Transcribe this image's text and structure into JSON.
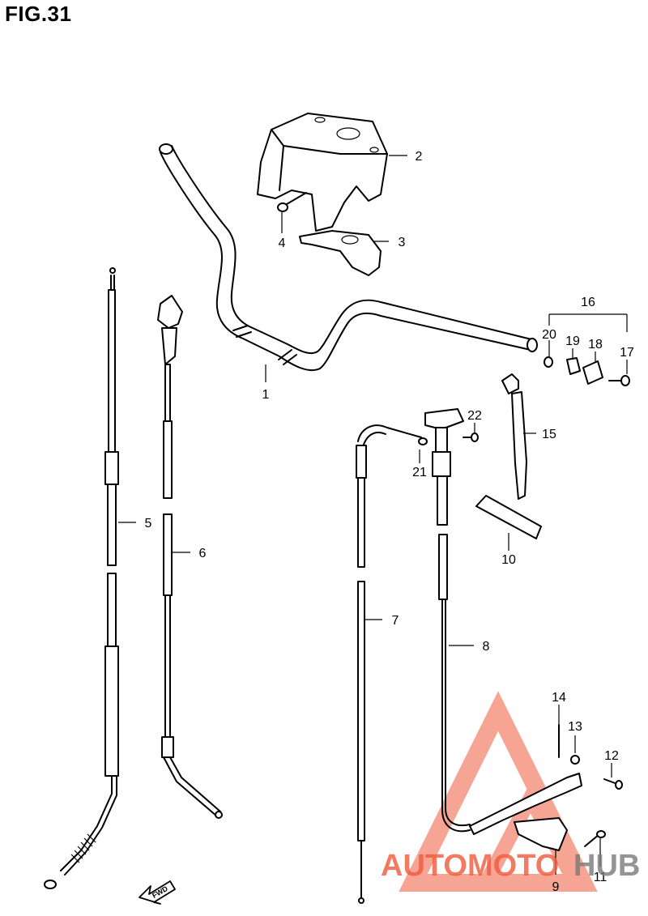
{
  "title": "FIG.31",
  "callouts": [
    "1",
    "2",
    "3",
    "4",
    "5",
    "6",
    "7",
    "8",
    "9",
    "10",
    "11",
    "12",
    "13",
    "14",
    "15",
    "16",
    "17",
    "18",
    "19",
    "20",
    "21",
    "22"
  ],
  "fwd_label": "FWD",
  "watermark": {
    "part1": "AUTOMOTO",
    "part2": "HUB",
    "color_primary": "#f05a3c",
    "color_secondary": "#7a7a7a"
  }
}
